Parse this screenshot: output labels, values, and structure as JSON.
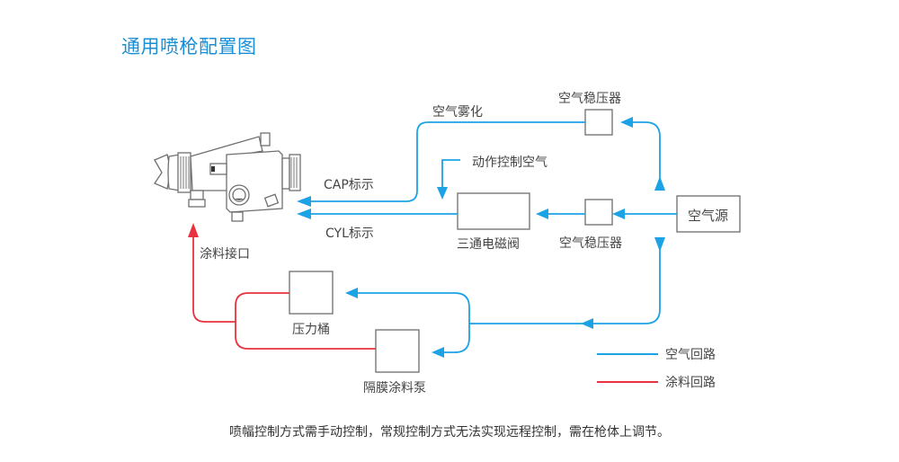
{
  "title": "通用喷枪配置图",
  "labels": {
    "atomize_air": "空气雾化",
    "regulator_top": "空气稳压器",
    "action_air": "动作控制空气",
    "cap_mark": "CAP标示",
    "cyl_mark": "CYL标示",
    "solenoid_valve": "三通电磁阀",
    "regulator_mid": "空气稳压器",
    "air_source": "空气源",
    "paint_inlet": "涂料接口",
    "pressure_tank": "压力桶",
    "diaphragm_pump": "隔膜涂料泵"
  },
  "legend": [
    {
      "label": "空气回路",
      "color": "#1ca3e6"
    },
    {
      "label": "涂料回路",
      "color": "#e8323f"
    }
  ],
  "caption": "喷幅控制方式需手动控制，常规控制方式无法实现远程控制，需在枪体上调节。",
  "colors": {
    "air": "#1ca3e6",
    "paint": "#e8323f",
    "title": "#1a8fd6"
  }
}
